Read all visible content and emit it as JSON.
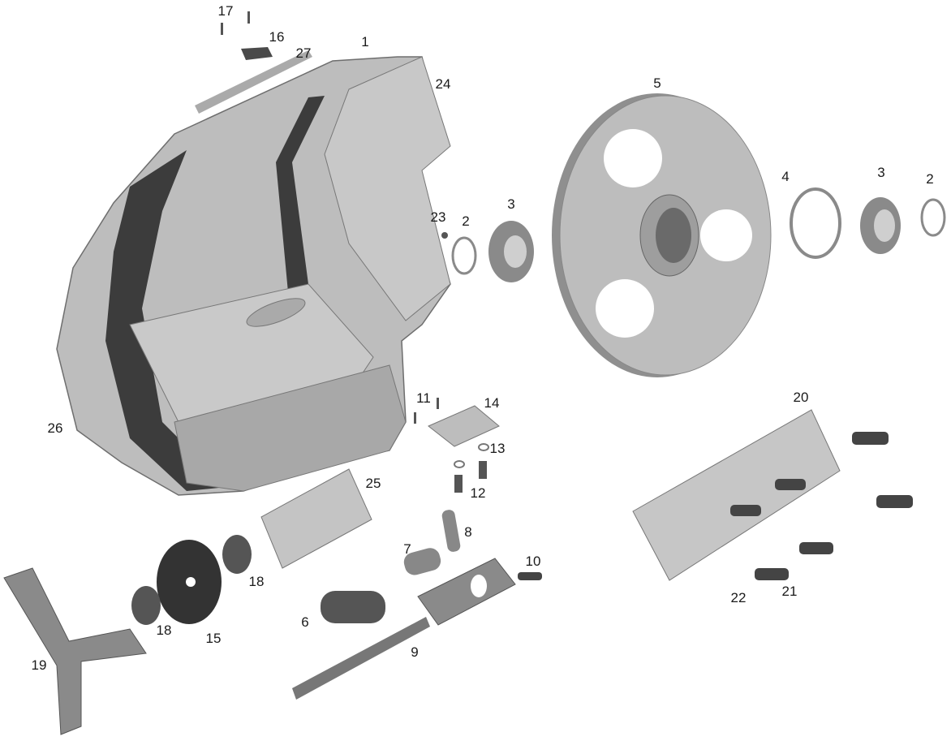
{
  "diagram": {
    "type": "exploded-parts-view",
    "colors": {
      "light": "#bdbdbd",
      "mid": "#9a9a9a",
      "dark": "#3c3c3c",
      "edge": "#6e6e6e"
    },
    "callouts": [
      {
        "id": "c17",
        "text": "17"
      },
      {
        "id": "c16",
        "text": "16"
      },
      {
        "id": "c1",
        "text": "1"
      },
      {
        "id": "c27",
        "text": "27"
      },
      {
        "id": "c24",
        "text": "24"
      },
      {
        "id": "c5",
        "text": "5"
      },
      {
        "id": "c4",
        "text": "4"
      },
      {
        "id": "c3a",
        "text": "3"
      },
      {
        "id": "c2a",
        "text": "2"
      },
      {
        "id": "c23",
        "text": "23"
      },
      {
        "id": "c2b",
        "text": "2"
      },
      {
        "id": "c3b",
        "text": "3"
      },
      {
        "id": "c26",
        "text": "26"
      },
      {
        "id": "c20",
        "text": "20"
      },
      {
        "id": "c11",
        "text": "11"
      },
      {
        "id": "c14",
        "text": "14"
      },
      {
        "id": "c13",
        "text": "13"
      },
      {
        "id": "c25",
        "text": "25"
      },
      {
        "id": "c12",
        "text": "12"
      },
      {
        "id": "c8",
        "text": "8"
      },
      {
        "id": "c7",
        "text": "7"
      },
      {
        "id": "c10",
        "text": "10"
      },
      {
        "id": "c18a",
        "text": "18"
      },
      {
        "id": "c18b",
        "text": "18"
      },
      {
        "id": "c15",
        "text": "15"
      },
      {
        "id": "c6",
        "text": "6"
      },
      {
        "id": "c9",
        "text": "9"
      },
      {
        "id": "c19",
        "text": "19"
      },
      {
        "id": "c22",
        "text": "22"
      },
      {
        "id": "c21",
        "text": "21"
      }
    ]
  }
}
